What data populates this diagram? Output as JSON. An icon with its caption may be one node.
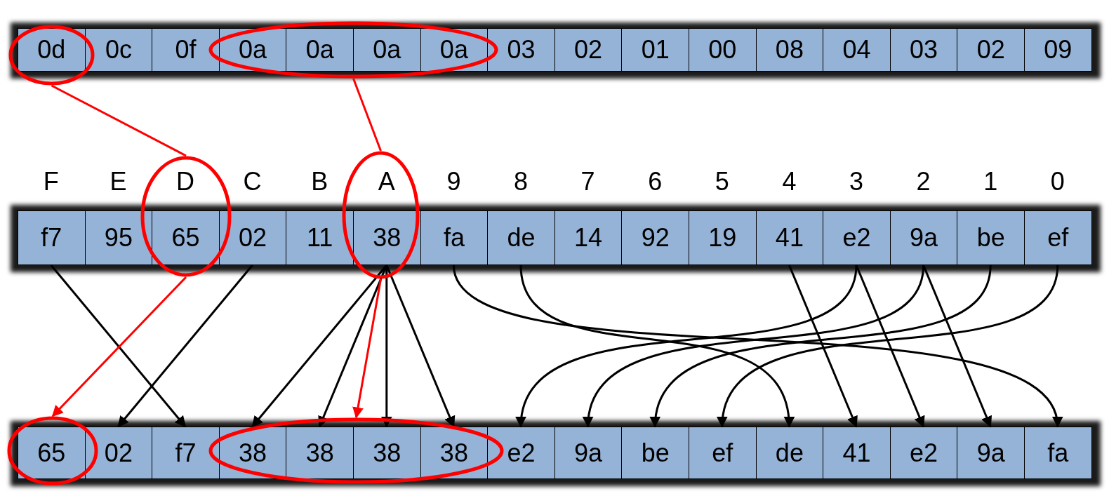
{
  "diagram": {
    "nodes": [
      {
        "text": [],
        "shape": "ellipse"
      },
      {
        "text": [
          "0d"
        ],
        "in": 0
      },
      {
        "text": [
          "0c"
        ]
      },
      {
        "text": [
          "0f"
        ]
      },
      {
        "text": [],
        "shape": "ellipse"
      },
      {
        "text": [
          "0a"
        ],
        "in": 4
      },
      {
        "text": [
          "0a"
        ],
        "in": 4
      },
      {
        "text": [
          "0a"
        ],
        "in": 4
      },
      {
        "text": [
          "0a"
        ],
        "in": 4
      },
      {
        "text": [
          "03"
        ]
      },
      {
        "text": [
          "02"
        ]
      },
      {
        "text": [
          "01"
        ]
      },
      {
        "text": [
          "00"
        ]
      },
      {
        "text": [
          "08"
        ]
      },
      {
        "text": [
          "04"
        ]
      },
      {
        "text": [
          "03"
        ]
      },
      {
        "text": [
          "02"
        ]
      },
      {
        "text": [
          "09"
        ]
      },
      {
        "text": [
          "f7"
        ]
      },
      {
        "text": [
          "95"
        ]
      },
      {
        "text": [],
        "shape": "ellipse"
      },
      {
        "text": [
          "65"
        ],
        "in": 20
      },
      {
        "text": [
          "02"
        ]
      },
      {
        "text": [
          "11"
        ]
      },
      {
        "text": [],
        "shape": "ellipse"
      },
      {
        "text": [
          "38"
        ],
        "in": 24
      },
      {
        "text": [
          "fa"
        ]
      },
      {
        "text": [
          "de"
        ]
      },
      {
        "text": [
          "14"
        ]
      },
      {
        "text": [
          "92"
        ]
      },
      {
        "text": [
          "19"
        ]
      },
      {
        "text": [
          "41"
        ]
      },
      {
        "text": [
          "e2"
        ]
      },
      {
        "text": [
          "9a"
        ]
      },
      {
        "text": [
          "be"
        ]
      },
      {
        "text": [
          "ef"
        ]
      },
      {
        "text": [],
        "shape": "ellipse"
      },
      {
        "text": [
          "65"
        ],
        "in": 36
      },
      {
        "text": [
          "02"
        ]
      },
      {
        "text": [
          "f7"
        ]
      },
      {
        "text": [],
        "shape": "ellipse"
      },
      {
        "text": [
          "38"
        ],
        "in": 40
      },
      {
        "text": [
          "38"
        ],
        "in": 40
      },
      {
        "text": [
          "38"
        ],
        "in": 40
      },
      {
        "text": [
          "38"
        ],
        "in": 40
      },
      {
        "text": [
          "e2"
        ]
      },
      {
        "text": [
          "9a"
        ]
      },
      {
        "text": [
          "be"
        ]
      },
      {
        "text": [
          "ef"
        ]
      },
      {
        "text": [
          "de"
        ]
      },
      {
        "text": [
          "41"
        ]
      },
      {
        "text": [
          "e2"
        ]
      },
      {
        "text": [
          "9a"
        ]
      },
      {
        "text": [
          "fa"
        ]
      }
    ],
    "edges": [
      {
        "from": 0,
        "to": 20,
        "arrow": "none",
        "color": "#ff0000"
      },
      {
        "from": 4,
        "to": 24,
        "arrow": "none",
        "color": "#ff0000"
      },
      {
        "from": 18,
        "to": 39,
        "arrow": "to"
      },
      {
        "from": 22,
        "to": 38,
        "arrow": "to"
      },
      {
        "from": 25,
        "to": 41,
        "arrow": "to"
      },
      {
        "from": 25,
        "to": 42,
        "arrow": "to"
      },
      {
        "from": 25,
        "to": 43,
        "arrow": "to"
      },
      {
        "from": 25,
        "to": 44,
        "arrow": "to"
      },
      {
        "from": 26,
        "to": 53,
        "arrow": "to"
      },
      {
        "from": 27,
        "to": 49,
        "arrow": "to"
      },
      {
        "from": 31,
        "to": 50,
        "arrow": "to"
      },
      {
        "from": 32,
        "to": 45,
        "arrow": "to"
      },
      {
        "from": 32,
        "to": 51,
        "arrow": "to"
      },
      {
        "from": 33,
        "to": 46,
        "arrow": "to"
      },
      {
        "from": 33,
        "to": 52,
        "arrow": "to"
      },
      {
        "from": 34,
        "to": 47,
        "arrow": "to"
      },
      {
        "from": 35,
        "to": 48,
        "arrow": "to"
      },
      {
        "from": 20,
        "to": 36,
        "arrow": "to",
        "color": "#ff0000"
      },
      {
        "from": 24,
        "to": 40,
        "arrow": "to",
        "color": "#ff0000"
      }
    ],
    "labels": [
      "F",
      "E",
      "D",
      "C",
      "B",
      "A",
      "9",
      "8",
      "7",
      "6",
      "5",
      "4",
      "3",
      "2",
      "1",
      "0"
    ]
  }
}
